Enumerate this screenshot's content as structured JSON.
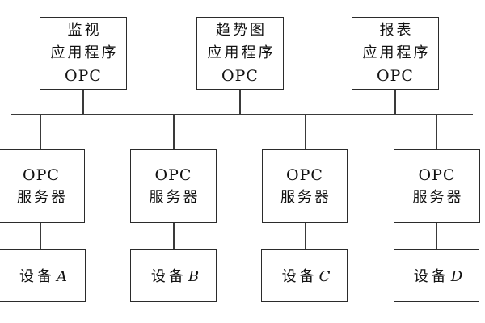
{
  "diagram": {
    "colors": {
      "background": "#ffffff",
      "line": "#3a3a3a",
      "border": "#2b2b2b",
      "text": "#111111"
    },
    "top_row": [
      {
        "line1": "监视",
        "line2": "应用程序",
        "line3": "OPC"
      },
      {
        "line1": "趋势图",
        "line2": "应用程序",
        "line3": "OPC"
      },
      {
        "line1": "报表",
        "line2": "应用程序",
        "line3": "OPC"
      }
    ],
    "server_row": [
      {
        "line1": "OPC",
        "line2": "服务器"
      },
      {
        "line1": "OPC",
        "line2": "服务器"
      },
      {
        "line1": "OPC",
        "line2": "服务器"
      },
      {
        "line1": "OPC",
        "line2": "服务器"
      }
    ],
    "device_row": [
      {
        "label": "设备",
        "letter": "A"
      },
      {
        "label": "设备",
        "letter": "B"
      },
      {
        "label": "设备",
        "letter": "C"
      },
      {
        "label": "设备",
        "letter": "D"
      }
    ]
  }
}
